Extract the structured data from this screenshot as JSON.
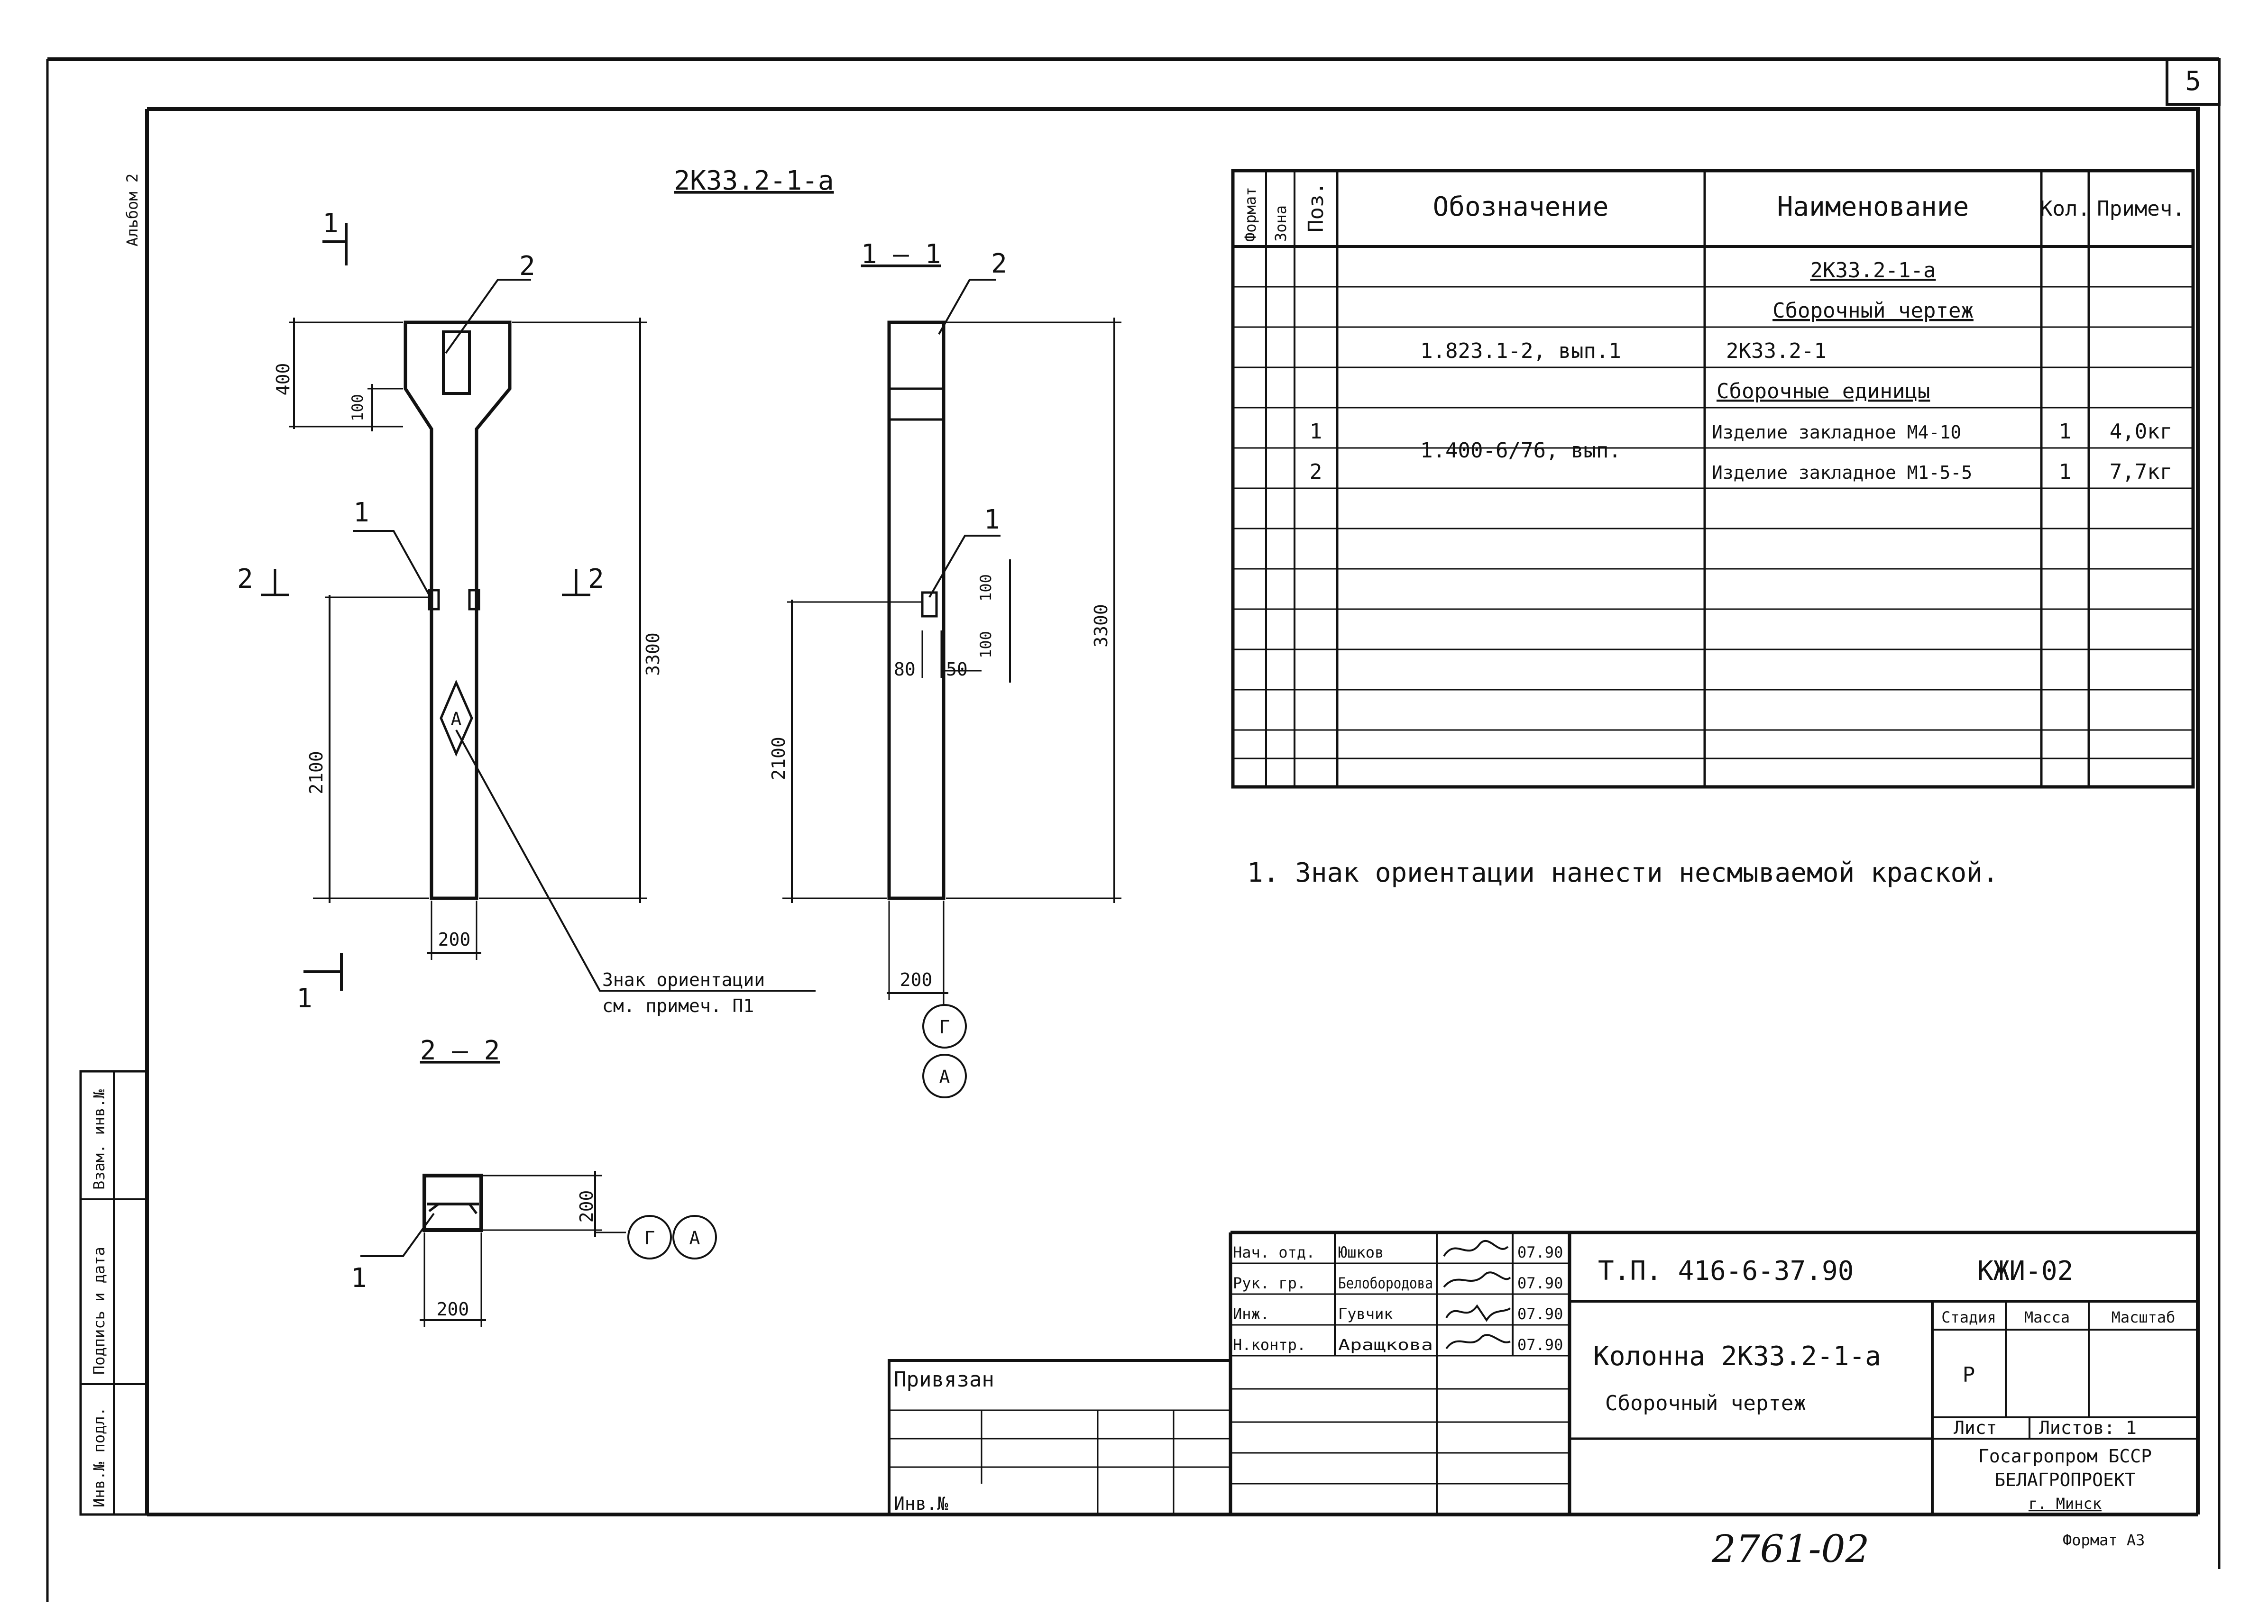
{
  "sheet_number": "5",
  "album_label": "Альбом 2",
  "side_stamp": {
    "inv_podl": "Инв.№ подл.",
    "podpis_data": "Подпись и дата",
    "vzam_inv": "Взам. инв.№"
  },
  "views": {
    "main_title": "2К33.2-1-а",
    "section_1_label": "1 – 1",
    "section_2_label": "2 – 2",
    "cut_mark_1": "1",
    "cut_mark_2": "2",
    "pos_1": "1",
    "pos_2": "2",
    "orientation_mark": "А",
    "axis_g": "Г",
    "axis_a": "А"
  },
  "dimensions": {
    "d400": "400",
    "d100": "100",
    "d3300": "3300",
    "d2100": "2100",
    "d200": "200",
    "d80": "80",
    "d50": "50",
    "d100b": "100",
    "d100c": "100"
  },
  "callout_orientation": {
    "line1": "Знак ориентации",
    "line2": "см. примеч. П1"
  },
  "spec_table": {
    "headers": {
      "format": "Формат",
      "zone": "Зона",
      "pos": "Поз.",
      "designation": "Обозначение",
      "name": "Наименование",
      "qty": "Кол.",
      "note": "Примеч."
    },
    "rows": [
      {
        "pos": "",
        "designation": "",
        "name": "2К33.2-1-а",
        "qty": "",
        "note": ""
      },
      {
        "pos": "",
        "designation": "",
        "name": "Сборочный чертеж",
        "qty": "",
        "note": ""
      },
      {
        "pos": "",
        "designation": "1.823.1-2, вып.1",
        "name": "2К33.2-1",
        "qty": "",
        "note": ""
      },
      {
        "pos": "",
        "designation": "",
        "name": "Сборочные единицы",
        "qty": "",
        "note": ""
      },
      {
        "pos": "1",
        "designation": "1.400-6/76, вып.",
        "name": "Изделие закладное М4-10",
        "qty": "1",
        "note": "4,0кг"
      },
      {
        "pos": "2",
        "designation": "",
        "name": "Изделие закладное М1-5-5",
        "qty": "1",
        "note": "7,7кг"
      }
    ]
  },
  "note_1": "1. Знак ориентации нанести несмываемой краской.",
  "title_block": {
    "roles": [
      "Нач. отд.",
      "Рук. гр.",
      "Инж.",
      "Н.контр."
    ],
    "names": [
      "Юшков",
      "Белобородова",
      "Гувчик",
      "Аращкова"
    ],
    "dates": [
      "07.90",
      "07.90",
      "07.90",
      "07.90"
    ],
    "doc_code": "Т.П. 416-6-37.90",
    "sheet_code": "КЖИ-02",
    "object_line1": "Колонна 2К33.2-1-а",
    "object_line2": "Сборочный чертеж",
    "stage_label": "Стадия",
    "mass_label": "Масса",
    "scale_label": "Масштаб",
    "stage_value": "Р",
    "list_label": "Лист",
    "lists_label": "Листов: 1",
    "org_line1": "Госагропром БССР",
    "org_line2": "БЕЛАГРОПРОЕКТ",
    "org_line3": "г. Минск",
    "privyazan": "Привязан",
    "inv_no": "Инв.№"
  },
  "footer": {
    "archive_number": "2761-02",
    "format": "Формат А3"
  }
}
